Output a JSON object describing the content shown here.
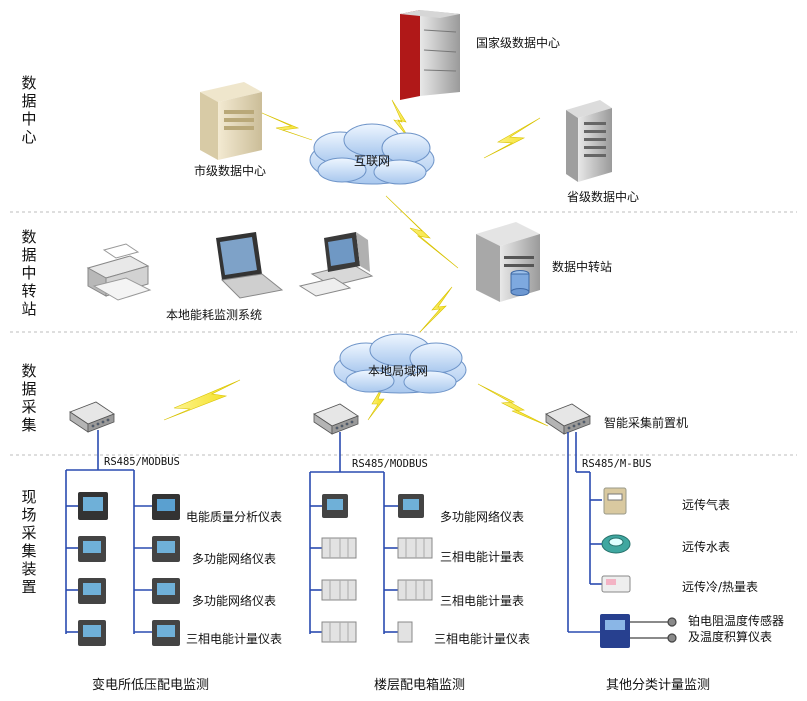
{
  "sections": [
    {
      "label": "数据中心"
    },
    {
      "label": "数据中转站"
    },
    {
      "label": "数据采集"
    },
    {
      "label": "现场采集装置"
    }
  ],
  "data_center": {
    "national": "国家级数据中心",
    "city": "市级数据中心",
    "province": "省级数据中心",
    "internet": "互联网"
  },
  "relay": {
    "local_system": "本地能耗监测系统",
    "relay_station": "数据中转站"
  },
  "collection": {
    "lan": "本地局域网",
    "front_end": "智能采集前置机"
  },
  "columns": [
    {
      "bus": "RS485/MODBUS",
      "footer": "变电所低压配电监测",
      "devices": [
        "电能质量分析仪表",
        "多功能网络仪表",
        "多功能网络仪表",
        "三相电能计量仪表"
      ]
    },
    {
      "bus": "RS485/MODBUS",
      "footer": "楼层配电箱监测",
      "devices": [
        "多功能网络仪表",
        "三相电能计量表",
        "三相电能计量表",
        "三相电能计量仪表"
      ]
    },
    {
      "bus": "RS485/M-BUS",
      "footer": "其他分类计量监测",
      "devices": [
        "远传气表",
        "远传水表",
        "远传冷/热量表",
        "铂电阻温度传感器",
        "及温度积算仪表"
      ]
    }
  ]
}
